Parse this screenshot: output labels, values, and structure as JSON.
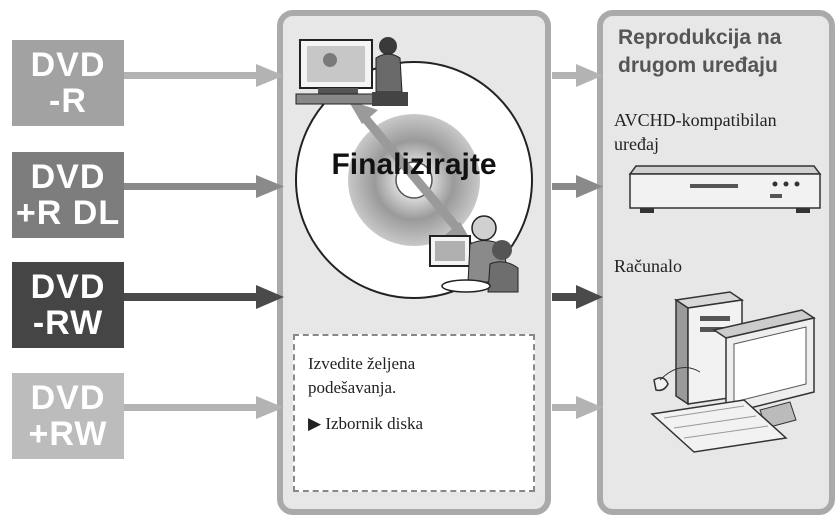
{
  "discs": [
    {
      "line1": "DVD",
      "line2": "-R",
      "color": "#a2a2a2"
    },
    {
      "line1": "DVD",
      "line2": "+R DL",
      "color": "#7d7d7d"
    },
    {
      "line1": "DVD",
      "line2": "-RW",
      "color": "#454545"
    },
    {
      "line1": "DVD",
      "line2": "+RW",
      "color": "#bcbcbc"
    }
  ],
  "center": {
    "finalize_label": "Finalizirajte",
    "note_line1": "Izvedite željena",
    "note_line2": "podešavanja.",
    "note_line3": "▶ Izbornik diska"
  },
  "right": {
    "title_line1": "Reprodukcija na",
    "title_line2": "drugom uređaju",
    "device1_line1": "AVCHD-kompatibilan",
    "device1_line2": "uređaj",
    "device2": "Računalo"
  },
  "colors": {
    "panel_border": "#aaaaaa",
    "panel_fill": "#e7e7e7",
    "arrow_light": "#b3b3b3",
    "arrow_mid": "#8a8a8a",
    "arrow_dark": "#4a4a4a"
  },
  "icons": [
    "tv-viewer-icon",
    "dvd-disc-icon",
    "family-viewing-icon",
    "dvd-player-icon",
    "desktop-computer-icon"
  ]
}
